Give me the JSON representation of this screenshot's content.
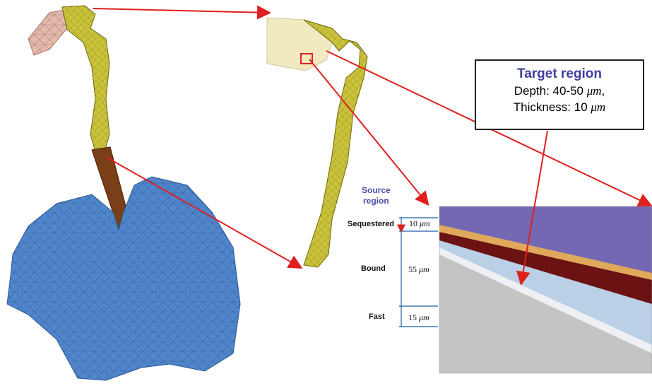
{
  "callout": {
    "title": "Target region",
    "line1_prefix": "Depth: 40-50 ",
    "line1_unit": "μm",
    "line1_suffix": ",",
    "line2_prefix": "Thickness: 10 ",
    "line2_unit": "μm"
  },
  "source_region": {
    "line1": "Source",
    "line2": "region"
  },
  "layers": [
    {
      "name": "Sequestered",
      "value": "10",
      "unit": "μm"
    },
    {
      "name": "Bound",
      "value": "55",
      "unit": "μm"
    },
    {
      "name": "Fast",
      "value": "15",
      "unit": "μm"
    }
  ],
  "colors": {
    "airway": "#c9c23a",
    "lung": "#4f86cc",
    "trachea": "#7a3f17",
    "nose": "#e6b9a8",
    "arrow": "#e01f1f",
    "layer_top": "#7468b4",
    "layer_tan": "#e0a85a",
    "layer_dark": "#6b1212",
    "layer_light_blue": "#bad0e6",
    "layer_white": "#eef0f3",
    "layer_gray": "#c4c4c4"
  }
}
